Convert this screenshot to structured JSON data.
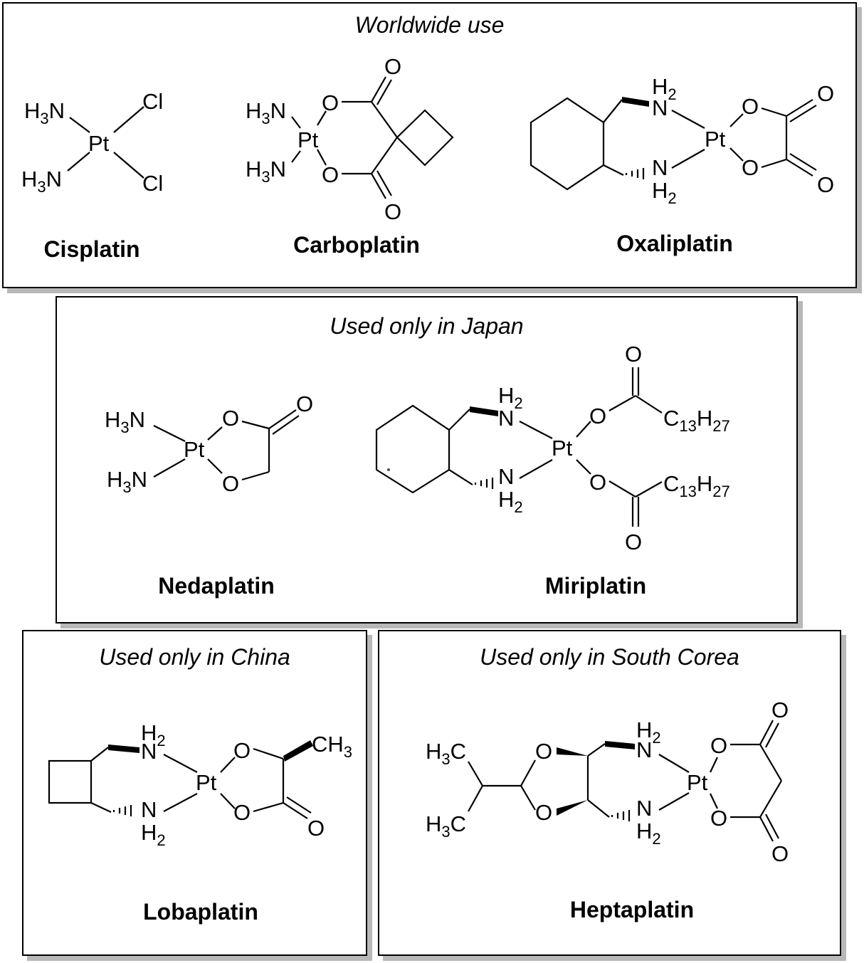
{
  "panels": {
    "worldwide": {
      "caption": "Worldwide use",
      "drugs": [
        "Cisplatin",
        "Carboplatin",
        "Oxaliplatin"
      ]
    },
    "japan": {
      "caption": "Used only in Japan",
      "drugs": [
        "Nedaplatin",
        "Miriplatin"
      ]
    },
    "china": {
      "caption": "Used only in China",
      "drugs": [
        "Lobaplatin"
      ]
    },
    "korea": {
      "caption": "Used only in South Corea",
      "drugs": [
        "Heptaplatin"
      ]
    }
  },
  "atoms": {
    "Pt": "Pt",
    "N": "N",
    "O": "O",
    "Cl": "Cl",
    "H": "H",
    "C": "C",
    "H3N_H": "H",
    "sub3": "3",
    "sub2": "2",
    "sub13": "13",
    "sub27": "27",
    "CH": "CH",
    "H3C_H": "H",
    "H3C_C": "C"
  },
  "colors": {
    "border": "#000000",
    "shadow": "#b8b8b8",
    "background": "#ffffff"
  }
}
